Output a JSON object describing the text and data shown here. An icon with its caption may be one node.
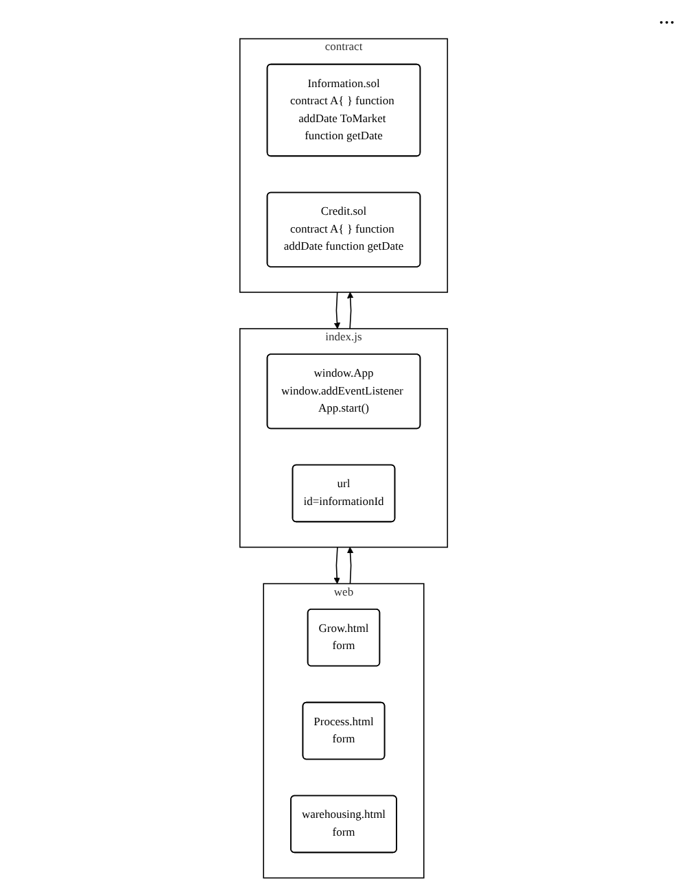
{
  "diagram": {
    "nodes": [
      {
        "text": [
          "web"
        ]
      },
      {
        "text": [
          "Grow.html",
          "form"
        ],
        "in": 0
      },
      {
        "text": [
          "Process.html",
          "form"
        ],
        "in": 0
      },
      {
        "text": [
          "warehousing.html",
          "form"
        ],
        "in": 0
      },
      {
        "text": [
          "index.js"
        ]
      },
      {
        "text": [
          "window.App",
          "window.addEventListener App.start()"
        ],
        "in": 4
      },
      {
        "text": [
          "url",
          "id=informationId"
        ],
        "in": 4
      },
      {
        "text": [
          "contract"
        ]
      },
      {
        "text": [
          "Information.sol",
          "contract A{ } function addDate ToMarket function getDate"
        ],
        "in": 7
      },
      {
        "text": [
          "Credit.sol",
          "contract A{ } function addDate function getDate"
        ],
        "in": 7
      }
    ],
    "edges": [
      {
        "from": 0,
        "to": 4,
        "arrow": "to"
      },
      {
        "from": 4,
        "to": 0,
        "arrow": "to"
      },
      {
        "from": 4,
        "to": 7,
        "arrow": "to"
      },
      {
        "from": 7,
        "to": 4,
        "arrow": "to"
      }
    ],
    "labels": [
      "..."
    ]
  }
}
